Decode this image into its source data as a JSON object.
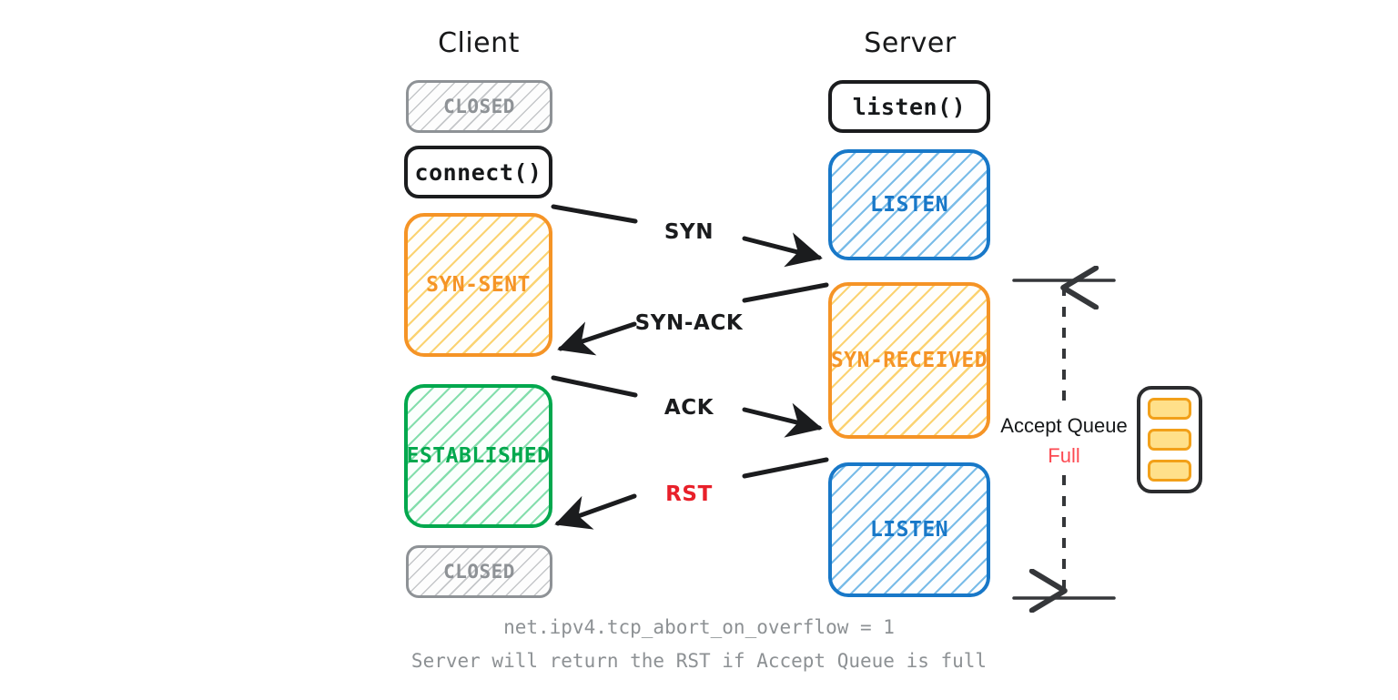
{
  "headers": {
    "client": "Client",
    "server": "Server"
  },
  "client_states": [
    {
      "label": "CLOSED",
      "kind": "closed"
    },
    {
      "label": "connect()",
      "kind": "call"
    },
    {
      "label": "SYN-SENT",
      "kind": "syn"
    },
    {
      "label": "ESTABLISHED",
      "kind": "established"
    },
    {
      "label": "CLOSED",
      "kind": "closed"
    }
  ],
  "server_states": [
    {
      "label": "listen()",
      "kind": "call"
    },
    {
      "label": "LISTEN",
      "kind": "listen"
    },
    {
      "label": "SYN-RECEIVED",
      "kind": "syn"
    },
    {
      "label": "LISTEN",
      "kind": "listen"
    }
  ],
  "messages": [
    {
      "label": "SYN",
      "direction": "client-to-server",
      "tone": "normal"
    },
    {
      "label": "SYN-ACK",
      "direction": "server-to-client",
      "tone": "normal"
    },
    {
      "label": "ACK",
      "direction": "client-to-server",
      "tone": "normal"
    },
    {
      "label": "RST",
      "direction": "server-to-client",
      "tone": "danger"
    }
  ],
  "accept_queue": {
    "title": "Accept Queue",
    "status": "Full",
    "slots": 3
  },
  "caption": {
    "line1": "net.ipv4.tcp_abort_on_overflow = 1",
    "line2": "Server will return the RST if Accept Queue is full"
  },
  "colors": {
    "background": "#ffffff",
    "closed": "#8e9296",
    "black": "#1b1c1e",
    "listen_blue": "#1878c8",
    "syn_orange": "#f59426",
    "established_green": "#03a84e",
    "danger_red": "#e8202a",
    "status_red": "#fc4a52",
    "caption_gray": "#8d9194",
    "queue_slot_fill": "#ffe08a",
    "queue_slot_border": "#f2a019"
  }
}
